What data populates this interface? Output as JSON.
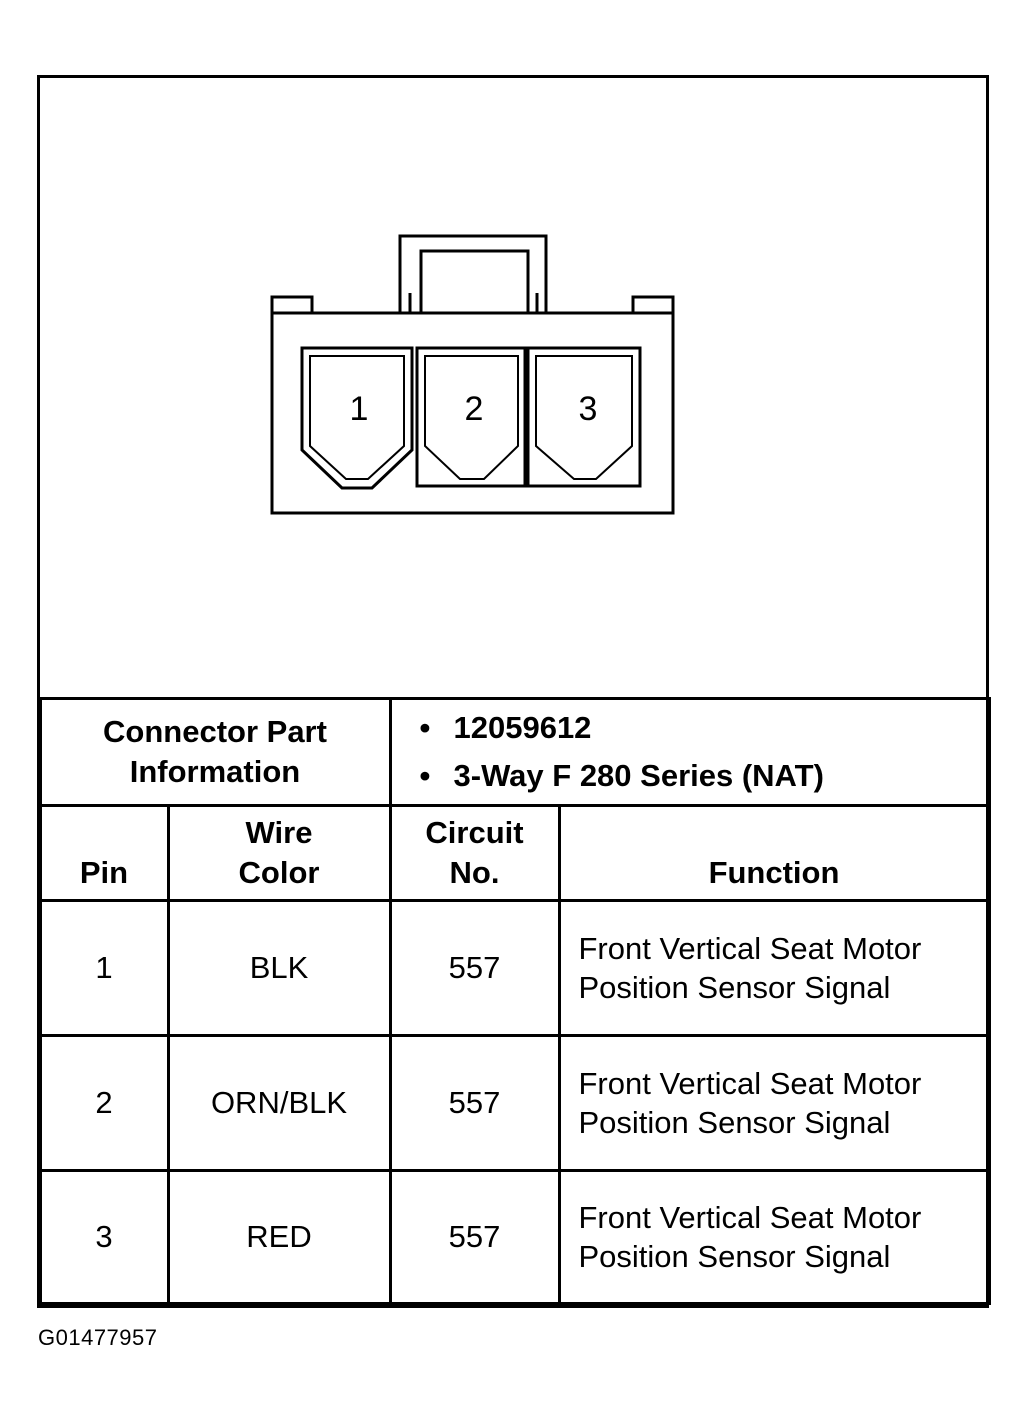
{
  "connector": {
    "pins": [
      "1",
      "2",
      "3"
    ]
  },
  "part_info": {
    "label": "Connector Part Information",
    "items": [
      "12059612",
      "3-Way F 280 Series (NAT)"
    ]
  },
  "table": {
    "headers": {
      "pin": "Pin",
      "wire_color": "Wire Color",
      "circuit": "Circuit No.",
      "function": "Function"
    },
    "rows": [
      {
        "pin": "1",
        "wire_color": "BLK",
        "circuit": "557",
        "function": "Front Vertical Seat Motor Position Sensor Signal"
      },
      {
        "pin": "2",
        "wire_color": "ORN/BLK",
        "circuit": "557",
        "function": "Front Vertical Seat Motor Position Sensor Signal"
      },
      {
        "pin": "3",
        "wire_color": "RED",
        "circuit": "557",
        "function": "Front Vertical Seat Motor Position Sensor Signal"
      }
    ]
  },
  "figure_id": "G01477957"
}
